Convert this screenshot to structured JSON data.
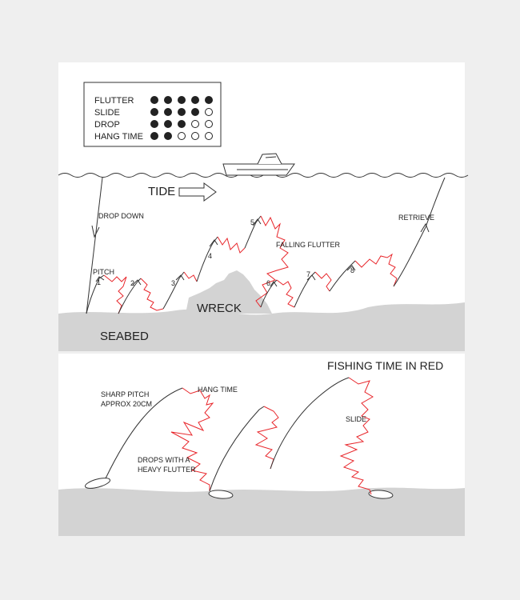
{
  "legend": {
    "rows": [
      {
        "label": "FLUTTER",
        "rating": 5,
        "max": 5
      },
      {
        "label": "SLIDE",
        "rating": 4,
        "max": 5
      },
      {
        "label": "DROP",
        "rating": 3,
        "max": 5
      },
      {
        "label": "HANG TIME",
        "rating": 2,
        "max": 5
      }
    ]
  },
  "top_diagram": {
    "tide_label": "TIDE",
    "drop_down_label": "DROP DOWN",
    "pitch_label": "PITCH",
    "falling_flutter_label": "FALLING FLUTTER",
    "retrieve_label": "RETRIEVE",
    "wreck_label": "WRECK",
    "seabed_label": "SEABED",
    "step_numbers": [
      "1",
      "2",
      "3",
      "4",
      "5",
      "6",
      "7",
      "8"
    ]
  },
  "bottom_diagram": {
    "title": "FISHING TIME IN RED",
    "sharp_pitch_label_line1": "SHARP PITCH",
    "sharp_pitch_label_line2": "APPROX 20CM",
    "hang_time_label": "HANG TIME",
    "drops_label_line1": "DROPS WITH A",
    "drops_label_line2": "HEAVY FLUTTER",
    "slide_label": "SLIDE"
  },
  "colors": {
    "fishing_time": "#e8262b",
    "ground": "#d3d3d3",
    "panel": "#ffffff",
    "background": "#efefef",
    "ink": "#222222"
  }
}
